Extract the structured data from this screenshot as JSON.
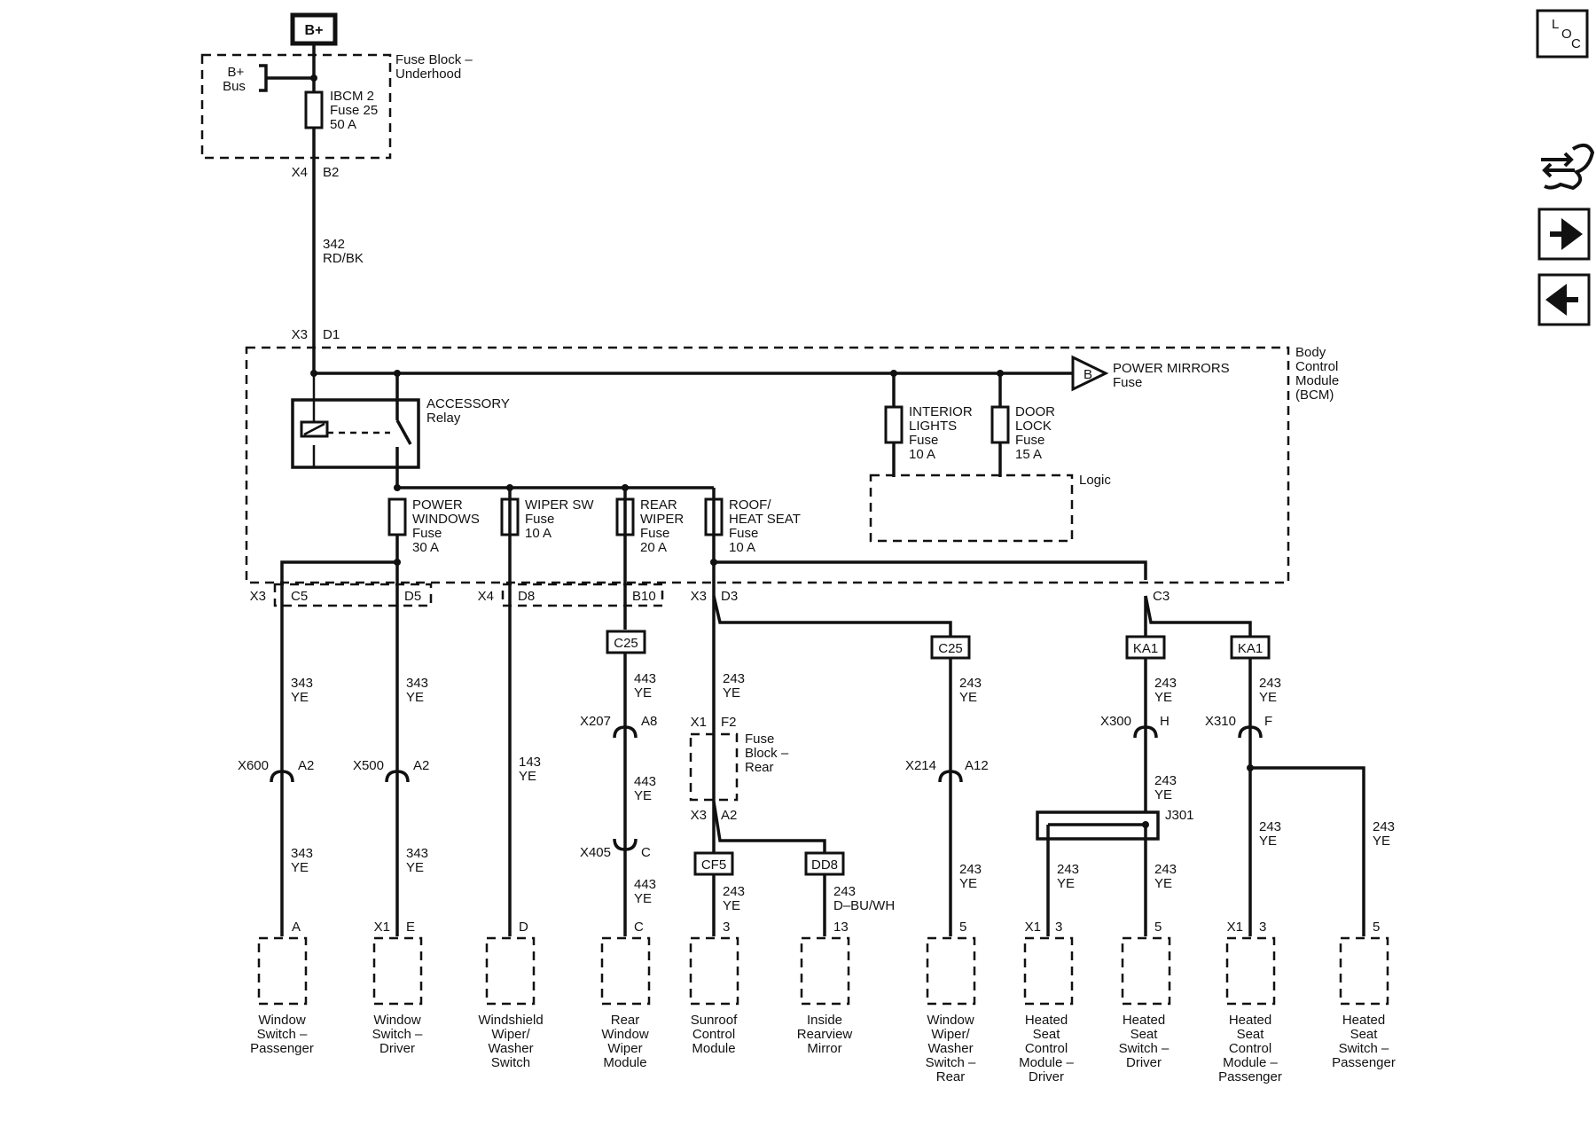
{
  "source": {
    "label": "B+"
  },
  "fuse_block_underhood": {
    "title": [
      "Fuse Block –",
      "Underhood"
    ],
    "bus": [
      "B+",
      "Bus"
    ],
    "fuse": [
      "IBCM 2",
      "Fuse 25",
      "50 A"
    ],
    "conn": "X4",
    "pin": "B2"
  },
  "feed_wire": {
    "circuit": "342",
    "color": "RD/BK"
  },
  "bcm": {
    "title": [
      "Body",
      "Control",
      "Module",
      "(BCM)"
    ],
    "conn": "X3",
    "pin": "D1",
    "relay": [
      "ACCESSORY",
      "Relay"
    ],
    "power_mirrors": {
      "marker": "B",
      "label": [
        "POWER MIRRORS",
        "Fuse"
      ]
    },
    "logic": "Logic",
    "fuses": {
      "interior": [
        "INTERIOR",
        "LIGHTS",
        "Fuse",
        "10 A"
      ],
      "door": [
        "DOOR",
        "LOCK",
        "Fuse",
        "15 A"
      ],
      "power_windows": [
        "POWER",
        "WINDOWS",
        "Fuse",
        "30 A"
      ],
      "wiper_sw": [
        "WIPER SW",
        "Fuse",
        "10 A"
      ],
      "rear_wiper": [
        "REAR",
        "WIPER",
        "Fuse",
        "20 A"
      ],
      "roof": [
        "ROOF/",
        "HEAT SEAT",
        "Fuse",
        "10 A"
      ]
    },
    "connectors": {
      "x3a": "X3",
      "c5": "C5",
      "d5": "D5",
      "x4": "X4",
      "d8": "D8",
      "b10": "B10",
      "x3b": "X3",
      "d3": "D3",
      "c3": "C3"
    }
  },
  "splices": {
    "c25a": "C25",
    "c25b": "C25",
    "ka1a": "KA1",
    "ka1b": "KA1",
    "cf5": "CF5",
    "dd8": "DD8"
  },
  "wires": {
    "w1a": [
      "343",
      "YE"
    ],
    "w1b": [
      "343",
      "YE"
    ],
    "w2a": [
      "343",
      "YE"
    ],
    "w2b": [
      "343",
      "YE"
    ],
    "w3": [
      "143",
      "YE"
    ],
    "w4a": [
      "443",
      "YE"
    ],
    "w4b": [
      "443",
      "YE"
    ],
    "w4c": [
      "443",
      "YE"
    ],
    "w5a": [
      "243",
      "YE"
    ],
    "w5b": [
      "243",
      "YE"
    ],
    "w6": [
      "243",
      "D–BU/WH"
    ],
    "w7a": [
      "243",
      "YE"
    ],
    "w7b": [
      "243",
      "YE"
    ],
    "w8a": [
      "243",
      "YE"
    ],
    "w8b": [
      "243",
      "YE"
    ],
    "w8c": [
      "243",
      "YE"
    ],
    "w8d": [
      "243",
      "YE"
    ],
    "w9a": [
      "243",
      "YE"
    ],
    "w9b": [
      "243",
      "YE"
    ],
    "w9c": [
      "243",
      "YE"
    ]
  },
  "inline_connectors": {
    "x600": [
      "X600",
      "A2"
    ],
    "x500": [
      "X500",
      "A2"
    ],
    "x207": [
      "X207",
      "A8"
    ],
    "x405": [
      "X405",
      "C"
    ],
    "x214": [
      "X214",
      "A12"
    ],
    "x300": [
      "X300",
      "H"
    ],
    "x310": [
      "X310",
      "F"
    ],
    "j301": "J301"
  },
  "fuse_block_rear": {
    "title": [
      "Fuse",
      "Block –",
      "Rear"
    ],
    "top": [
      "X1",
      "F2"
    ],
    "bottom": [
      "X3",
      "A2"
    ]
  },
  "components": [
    {
      "conn": "",
      "pin": "A",
      "label": [
        "Window",
        "Switch –",
        "Passenger"
      ]
    },
    {
      "conn": "X1",
      "pin": "E",
      "label": [
        "Window",
        "Switch –",
        "Driver"
      ]
    },
    {
      "conn": "",
      "pin": "D",
      "label": [
        "Windshield",
        "Wiper/",
        "Washer",
        "Switch"
      ]
    },
    {
      "conn": "",
      "pin": "C",
      "label": [
        "Rear",
        "Window",
        "Wiper",
        "Module"
      ]
    },
    {
      "conn": "",
      "pin": "3",
      "label": [
        "Sunroof",
        "Control",
        "Module"
      ]
    },
    {
      "conn": "",
      "pin": "13",
      "label": [
        "Inside",
        "Rearview",
        "Mirror"
      ]
    },
    {
      "conn": "",
      "pin": "5",
      "label": [
        "Window",
        "Wiper/",
        "Washer",
        "Switch –",
        "Rear"
      ]
    },
    {
      "conn": "X1",
      "pin": "3",
      "label": [
        "Heated",
        "Seat",
        "Control",
        "Module –",
        "Driver"
      ]
    },
    {
      "conn": "",
      "pin": "5",
      "label": [
        "Heated",
        "Seat",
        "Switch –",
        "Driver"
      ]
    },
    {
      "conn": "X1",
      "pin": "3",
      "label": [
        "Heated",
        "Seat",
        "Control",
        "Module –",
        "Passenger"
      ]
    },
    {
      "conn": "",
      "pin": "5",
      "label": [
        "Heated",
        "Seat",
        "Switch –",
        "Passenger"
      ]
    }
  ],
  "nav": {
    "loc": [
      "L",
      "O",
      "C"
    ]
  }
}
